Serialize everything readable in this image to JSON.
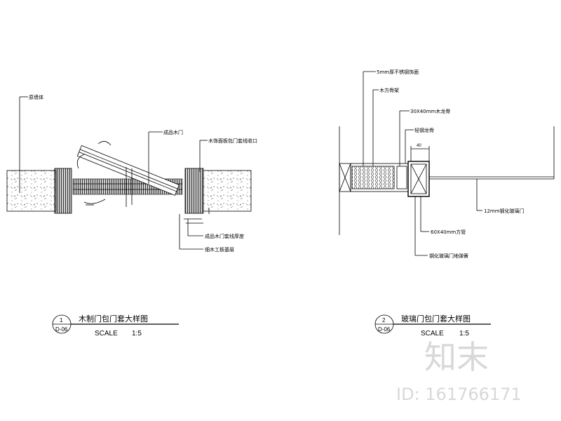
{
  "left_detail": {
    "labels": {
      "top_left": "原墙体",
      "door_leaf": "成品木门",
      "frame_side": "木饰面板包门套线收口",
      "bottom_1": "成品木门套线厚度",
      "bottom_2": "细木工板基层"
    },
    "title_number": "1",
    "title_sheet": "D-06",
    "title": "木制门包门套大样图",
    "scale_label": "SCALE",
    "scale_value": "1:5"
  },
  "right_detail": {
    "labels": {
      "label_1": "5mm厚不锈钢饰面",
      "label_2": "木方骨架",
      "label_3": "30X40mm木龙骨",
      "label_4": "轻钢龙骨",
      "dim_top": "40",
      "glass": "12mm钢化玻璃门",
      "bottom_1": "60X40mm方管",
      "bottom_2": "钢化玻璃门地弹簧"
    },
    "title_number": "2",
    "title_sheet": "D-06",
    "title": "玻璃门包门套大样图",
    "scale_label": "SCALE",
    "scale_value": "1:5"
  },
  "watermark": {
    "brand": "知末",
    "id_text": "ID: 161766171"
  }
}
